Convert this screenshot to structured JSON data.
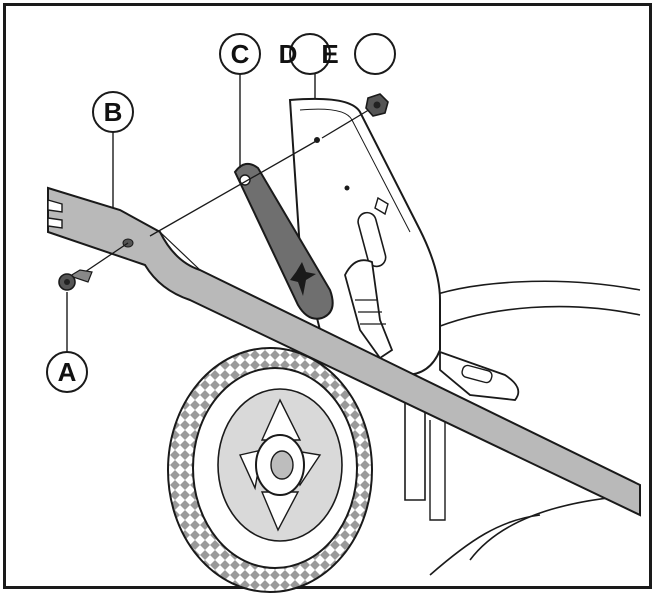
{
  "callouts": {
    "a": "A",
    "b": "B",
    "c": "C",
    "d": "D",
    "e": "E"
  },
  "colors": {
    "ink": "#1a1a1a",
    "part_fill": "#b9b9b9",
    "part_dark": "#6f6f6f",
    "paper": "#ffffff"
  },
  "icons": [
    "bolt-icon",
    "nut-icon",
    "wheel-icon",
    "bracket-plate-icon",
    "lever-plate-icon",
    "handle-bar-icon"
  ]
}
